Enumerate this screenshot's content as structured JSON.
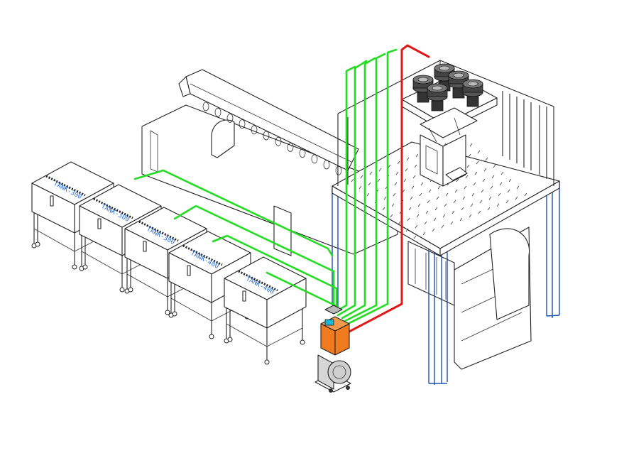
{
  "colors": {
    "conveying_line": "#22dd22",
    "return_line": "#e01818",
    "frame": "#1f4fb0",
    "loader_body": "#f07a1e",
    "label": "#2a6fd6"
  },
  "tanks": [
    {
      "label": "TANK-300"
    },
    {
      "label": "TANK-300"
    },
    {
      "label": "TANK-300"
    },
    {
      "label": "TANK-400"
    },
    {
      "label": "TANK-400"
    }
  ]
}
